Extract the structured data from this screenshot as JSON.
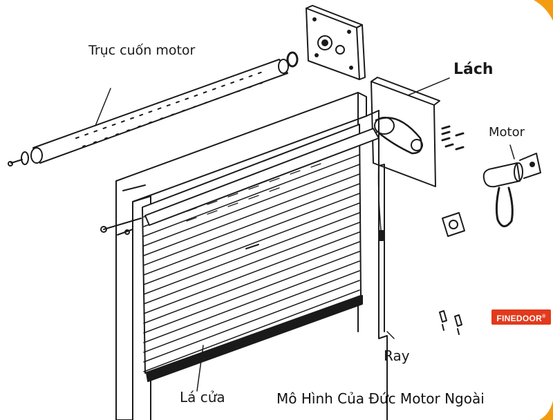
{
  "labels": {
    "truc_cuon_motor": "Trục cuốn motor",
    "lach": "Lách",
    "motor": "Motor",
    "ray": "Ray",
    "la_cua": "Lá cửa"
  },
  "caption": "Mô Hình Của Đức Motor Ngoài",
  "brand_logo": "FINEDOOR",
  "colors": {
    "line": "#1a1a1a",
    "accent": "#f39c12",
    "logo_bg": "#e23a1d"
  }
}
